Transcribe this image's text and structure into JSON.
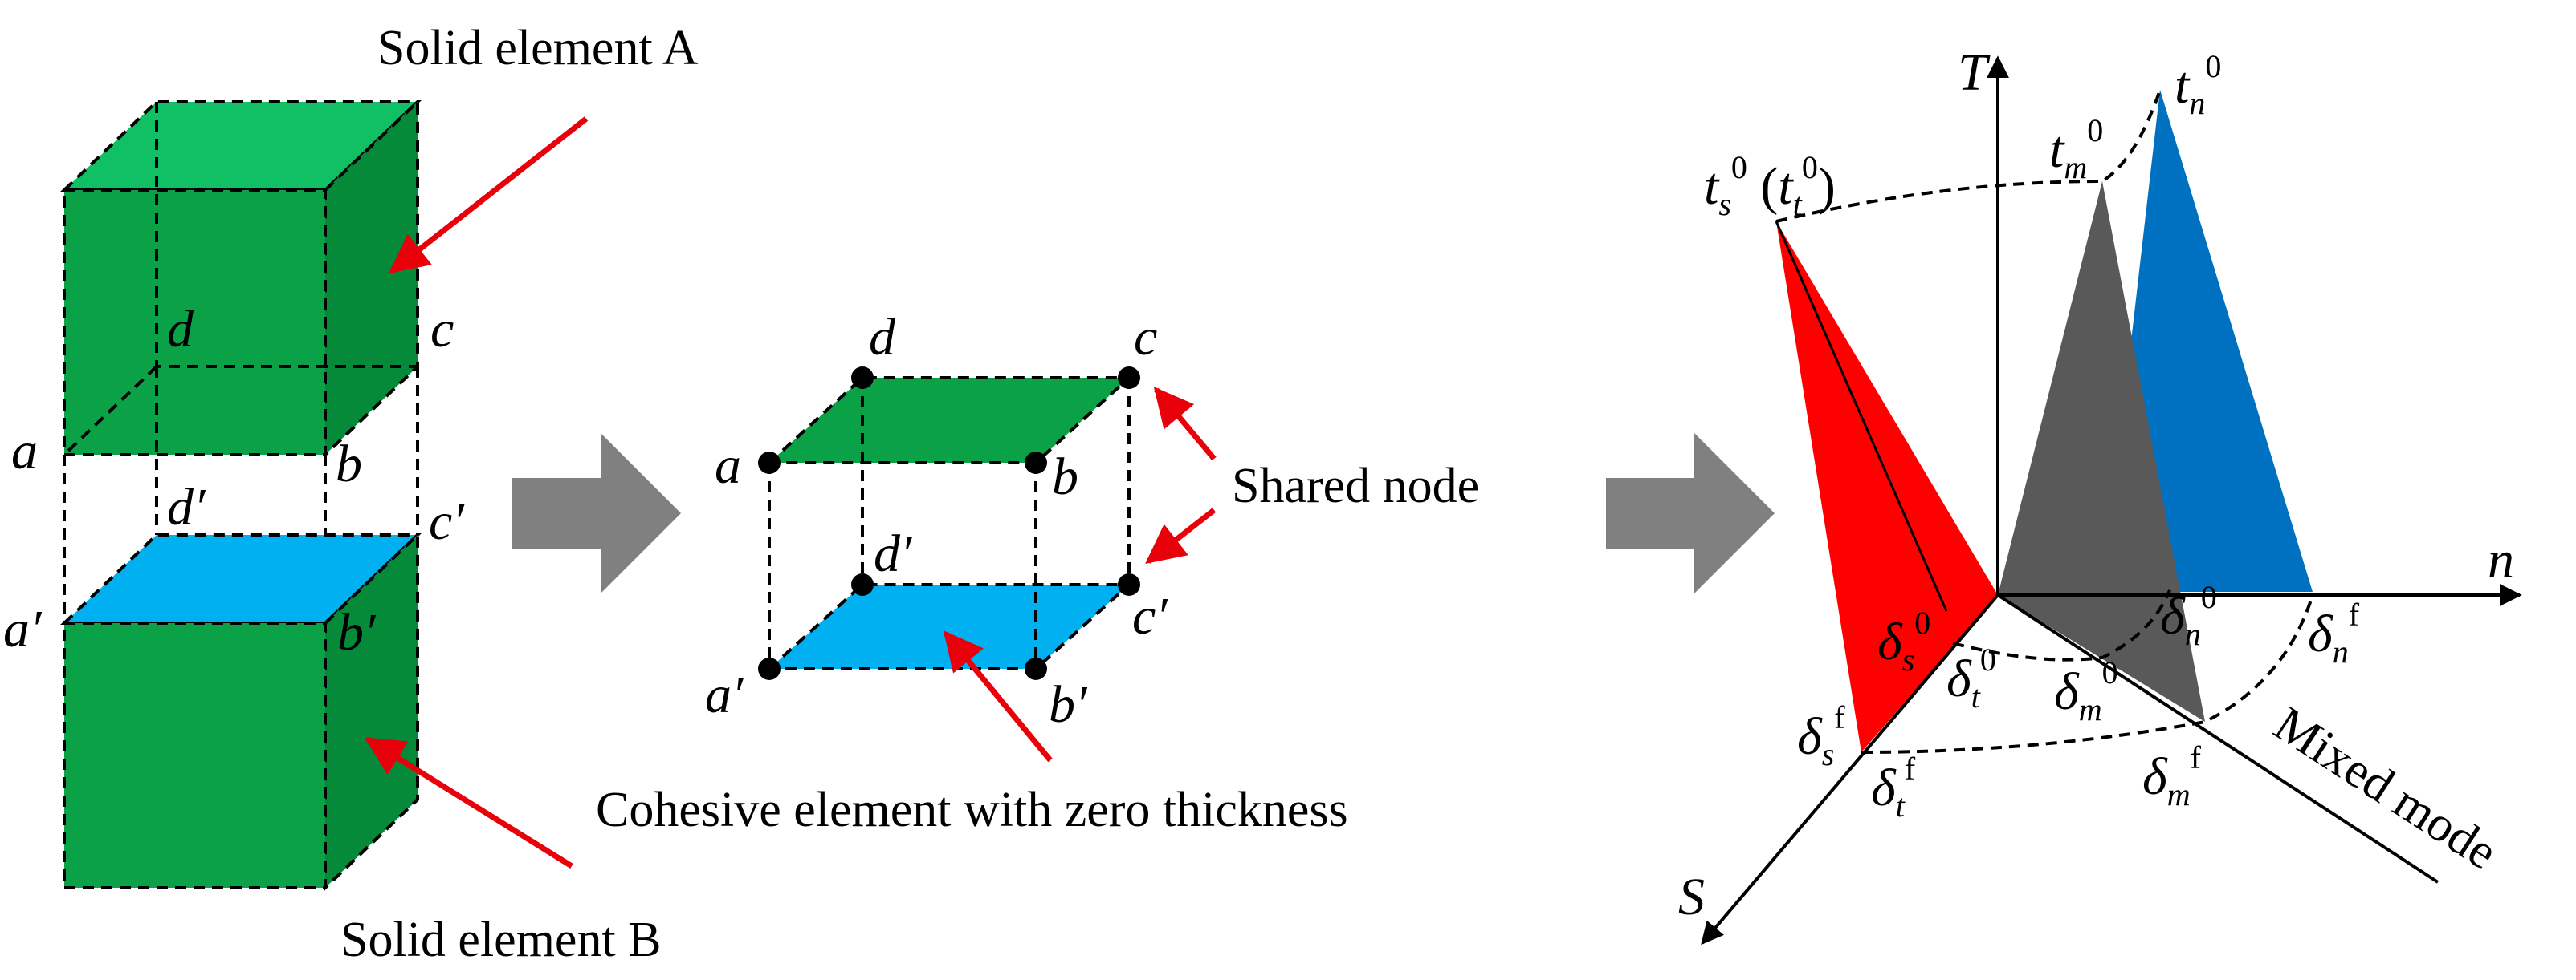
{
  "labels": {
    "solid_a": "Solid element A",
    "solid_b": "Solid element B",
    "shared_node": "Shared node",
    "cohesive": "Cohesive element with zero thickness",
    "mixed_mode": "Mixed mode"
  },
  "nodes": {
    "a": "a",
    "b": "b",
    "c": "c",
    "d": "d",
    "a_p": "a′",
    "b_p": "b′",
    "c_p": "c′",
    "d_p": "d′"
  },
  "axes": {
    "T": "T",
    "n": "n",
    "S": "S"
  },
  "law": {
    "t": "t",
    "delta": "δ",
    "zero": "0",
    "f": "f",
    "s": "s",
    "tt": "t",
    "n": "n",
    "m": "m",
    "paren_open": " (",
    "paren_close": ")"
  },
  "colors": {
    "green_front": "#0BA247",
    "green_top": "#11C064",
    "green_side": "#058A3A",
    "cyan": "#00B0F0",
    "red": "#FF0000",
    "gray": "#595959",
    "blue": "#0070C0",
    "arrow_gray": "#808080",
    "annotation_red": "#E8000B"
  }
}
